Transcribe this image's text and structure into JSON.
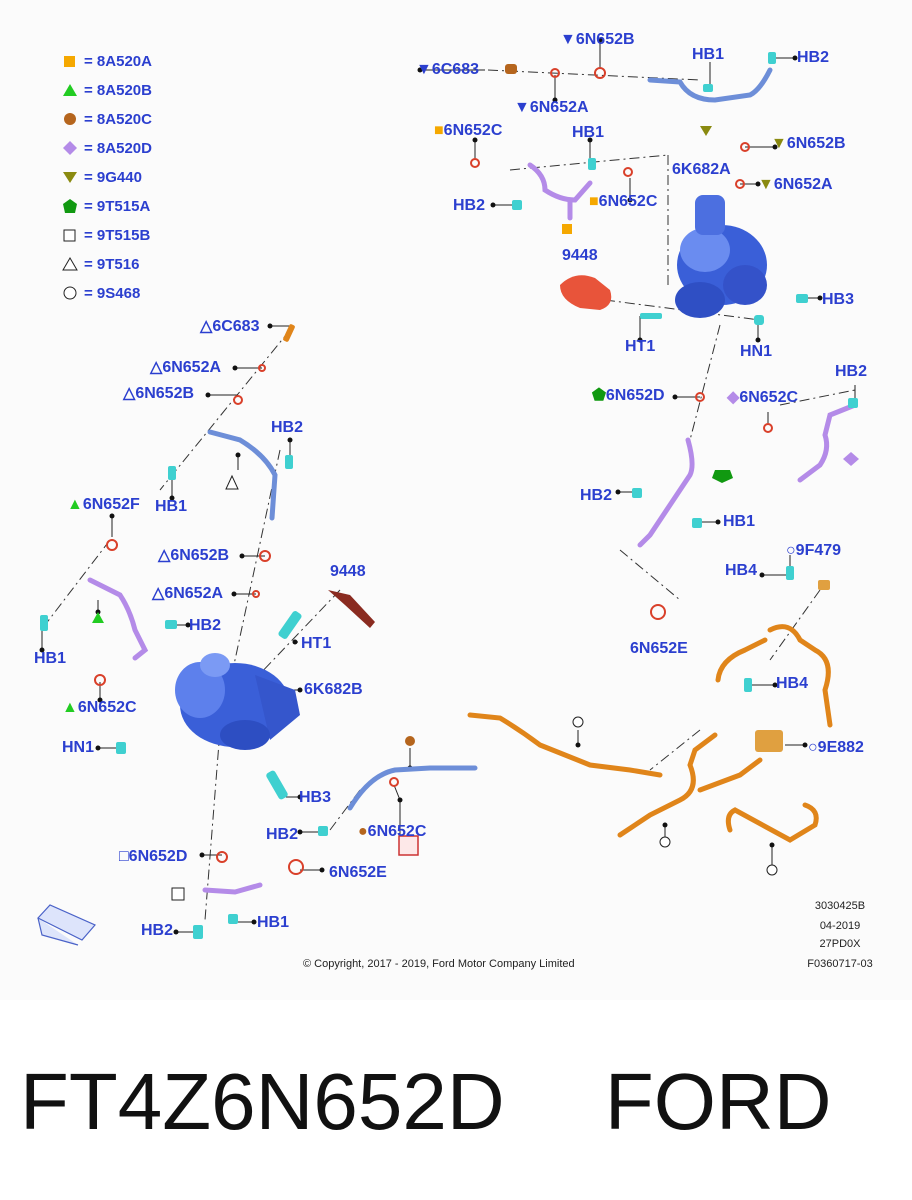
{
  "legend": [
    {
      "symbol": "square-orange",
      "label": "= 8A520A"
    },
    {
      "symbol": "triangle-green",
      "label": "= 8A520B"
    },
    {
      "symbol": "circle-brown",
      "label": "= 8A520C"
    },
    {
      "symbol": "diamond-purple",
      "label": "= 8A520D"
    },
    {
      "symbol": "triangle-down-olive",
      "label": "= 9G440"
    },
    {
      "symbol": "pentagon-green",
      "label": "= 9T515A"
    },
    {
      "symbol": "square-outline",
      "label": "= 9T515B"
    },
    {
      "symbol": "triangle-outline",
      "label": "= 9T516"
    },
    {
      "symbol": "circle-outline",
      "label": "= 9S468"
    }
  ],
  "callouts": [
    "6C683",
    "6N652B",
    "6N652A",
    "HB1",
    "HB2",
    "6N652C",
    "HB1",
    "HB2",
    "6N652C",
    "6K682A",
    "6N652B",
    "6N652A",
    "9448",
    "HB3",
    "HT1",
    "HN1",
    "6N652D",
    "6N652C",
    "HB2",
    "HB2",
    "HB1",
    "9F479",
    "HB4",
    "6N652E",
    "HB4",
    "9E882",
    "6C683",
    "6N652A",
    "6N652B",
    "HB2",
    "HB1",
    "6N652F",
    "6N652B",
    "6N652A",
    "9448",
    "HB2",
    "HT1",
    "HB1",
    "6K682B",
    "6N652C",
    "HN1",
    "HB3",
    "HB2",
    "6N652C",
    "6N652D",
    "6N652E",
    "HB1",
    "HB2"
  ],
  "meta": {
    "code": "3030425B",
    "date": "04-2019",
    "model": "27PD0X",
    "figure": "F0360717-03"
  },
  "copyright": "© Copyright, 2017 - 2019, Ford Motor Company Limited",
  "caption": {
    "part_number": "FT4Z6N652D",
    "brand": "FORD"
  },
  "colors": {
    "label": "#2b3fcf",
    "orange": "#f5a800",
    "green": "#22cc22",
    "brown": "#b5651d",
    "purple": "#b48be8",
    "olive": "#8a8a10",
    "pentagon": "#119911"
  }
}
